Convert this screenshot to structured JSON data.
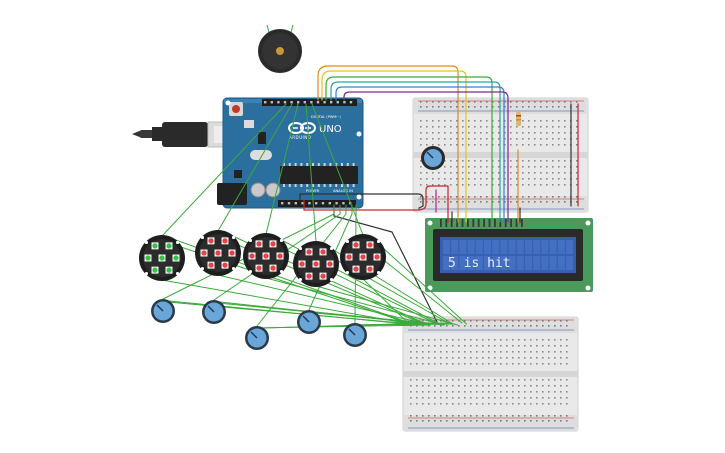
{
  "arduino": {
    "brand": "ARDUINO",
    "model": "UNO",
    "digital_label": "DIGITAL (PWM~)",
    "power_label": "POWER",
    "analog_label": "ANALOG IN"
  },
  "lcd": {
    "message": "5 is hit"
  },
  "icons": {
    "buzzer": "piezo-buzzer-icon",
    "usb": "usb-cable-icon",
    "ring": "neopixel-ring-icon",
    "pot": "potentiometer-icon"
  },
  "colors": {
    "arduino_blue": "#2b6f9e",
    "wire_green": "#3aaa3a",
    "wire_orange": "#e08a1a",
    "wire_yellow": "#e6c21a",
    "wire_purple": "#7a2a8a",
    "wire_teal": "#2aa59a",
    "wire_red": "#d2202a",
    "wire_dark": "#333333",
    "lcd_green": "#4a9a5c",
    "lcd_screen": "#3a5fb0",
    "ring_active": "#34c24a",
    "ring_idle": "#e8424a"
  },
  "rings": [
    {
      "state": "active"
    },
    {
      "state": "idle"
    },
    {
      "state": "idle"
    },
    {
      "state": "idle"
    },
    {
      "state": "idle"
    }
  ]
}
